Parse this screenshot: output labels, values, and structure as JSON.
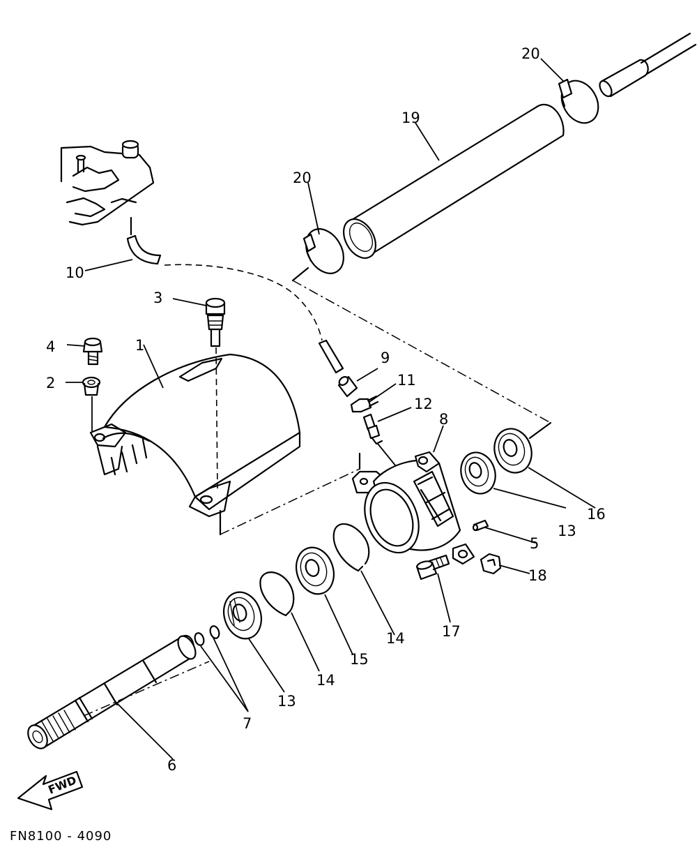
{
  "callouts": {
    "c1": "1",
    "c2": "2",
    "c3": "3",
    "c4": "4",
    "c5": "5",
    "c6": "6",
    "c7": "7",
    "c8": "8",
    "c9": "9",
    "c10": "10",
    "c11": "11",
    "c12": "12",
    "c13a": "13",
    "c13b": "13",
    "c14a": "14",
    "c14b": "14",
    "c15": "15",
    "c16": "16",
    "c17": "17",
    "c18": "18",
    "c19": "19",
    "c20a": "20",
    "c20b": "20"
  },
  "direction_label": "FWD",
  "figure_code": "FN8100 - 4090"
}
